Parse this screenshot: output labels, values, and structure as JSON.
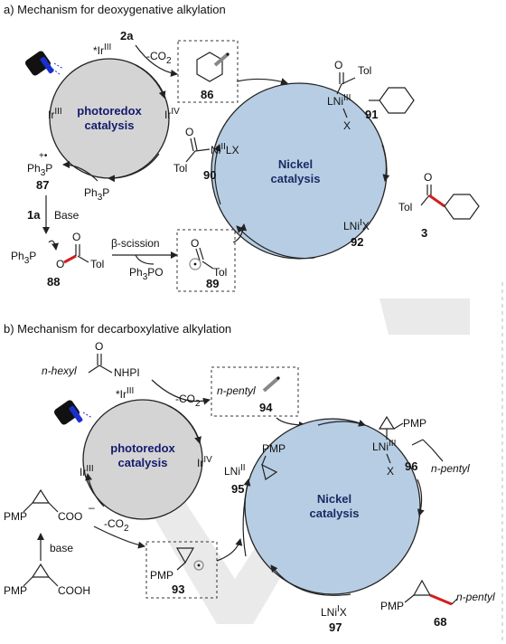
{
  "panel_a": {
    "title": "a) Mechanism for deoxygenative alkylation",
    "photoredox": {
      "line1": "photoredox",
      "line2": "catalysis"
    },
    "ir_star": "*Ir",
    "ir_star_sup": "III",
    "ir_left": "Ir",
    "ir_left_sup": "III",
    "ir_right": "Ir",
    "ir_right_sup": "IV",
    "label_2a": "2a",
    "co2": "-CO",
    "co2_sub": "2",
    "num_86": "86",
    "nickel": {
      "line1": "Nickel",
      "line2": "catalysis"
    },
    "c91": {
      "tol": "Tol",
      "o": "O",
      "lni": "LNi",
      "sup": "III",
      "x": "X",
      "num": "91"
    },
    "c90": {
      "o": "O",
      "ni": "Ni",
      "sup": "II",
      "lx": "LX",
      "tol": "Tol",
      "num": "90"
    },
    "c87": {
      "charge": "+•",
      "ph3p": "Ph",
      "sub3": "3",
      "p": "P",
      "num": "87"
    },
    "ph3p_reagent": {
      "ph": "Ph",
      "sub3": "3",
      "p": "P"
    },
    "base_label": "Base",
    "label_1a": "1a",
    "c88": {
      "ph3p": "Ph",
      "sub3": "3",
      "p": "P",
      "o_top": "O",
      "o_ring": "O",
      "tol": "Tol",
      "num": "88"
    },
    "scission": "β-scission",
    "ph3po": {
      "ph": "Ph",
      "sub3": "3",
      "po": "PO"
    },
    "c89": {
      "o": "O",
      "tol": "Tol",
      "num": "89"
    },
    "c92": {
      "lni": "LNi",
      "sup": "I",
      "x": "X",
      "num": "92"
    },
    "c3": {
      "o": "O",
      "tol": "Tol",
      "num": "3"
    }
  },
  "panel_b": {
    "title": "b) Mechanism for decarboxylative alkylation",
    "photoredox": {
      "line1": "photoredox",
      "line2": "catalysis"
    },
    "ir_star": "*Ir",
    "ir_star_sup": "III",
    "ir_left": "Ir",
    "ir_left_sup": "III",
    "ir_right": "Ir",
    "ir_right_sup": "IV",
    "nhpi": {
      "hexyl": "n-hexyl",
      "o": "O",
      "nhpi": "NHPI"
    },
    "co2": "-CO",
    "co2_sub": "2",
    "c94": {
      "label": "n-pentyl",
      "num": "94"
    },
    "nickel": {
      "line1": "Nickel",
      "line2": "catalysis"
    },
    "c96": {
      "pmp": "PMP",
      "lni": "LNi",
      "sup": "III",
      "x": "X",
      "pentyl": "n-pentyl",
      "num": "96"
    },
    "c95": {
      "pmp": "PMP",
      "lni": "LNi",
      "sup": "II",
      "num": "95"
    },
    "carboxylate": {
      "pmp": "PMP",
      "coo": "COO",
      "charge": "–"
    },
    "co2_b": "-CO",
    "co2_b_sub": "2",
    "base_label": "base",
    "acid": {
      "pmp": "PMP",
      "cooh": "COOH"
    },
    "c93": {
      "pmp": "PMP",
      "num": "93"
    },
    "c97": {
      "lni": "LNi",
      "sup": "I",
      "x": "X",
      "num": "97"
    },
    "c68": {
      "pmp": "PMP",
      "pentyl": "n-pentyl",
      "num": "68"
    }
  },
  "watermark": "VCH",
  "colors": {
    "photoredox_fill": "#d4d4d4",
    "nickel_fill": "#b7cde3",
    "new_bond": "#d0201e",
    "lamp": "#1b2fd0"
  }
}
